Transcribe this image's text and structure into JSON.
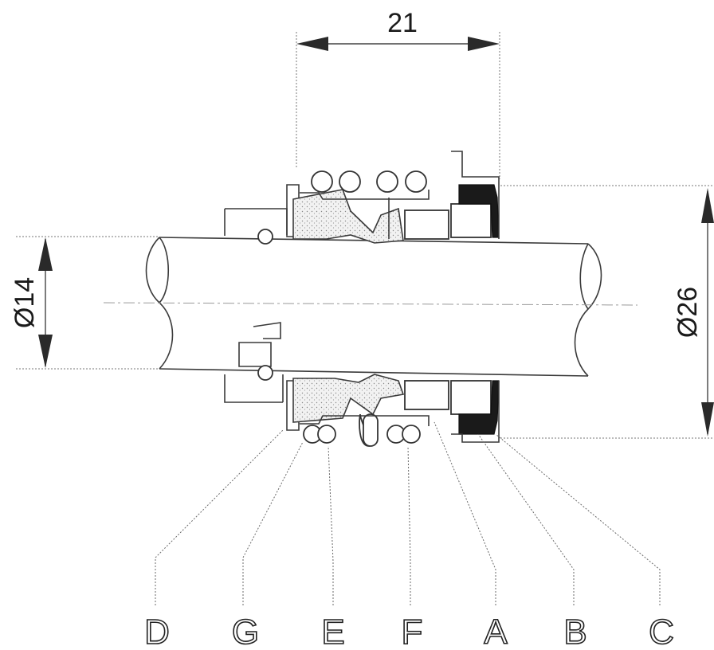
{
  "dimensions": {
    "length": "21",
    "shaft_diameter": "Ø14",
    "outer_diameter": "Ø26"
  },
  "callouts": [
    "D",
    "G",
    "E",
    "F",
    "A",
    "B",
    "C"
  ]
}
